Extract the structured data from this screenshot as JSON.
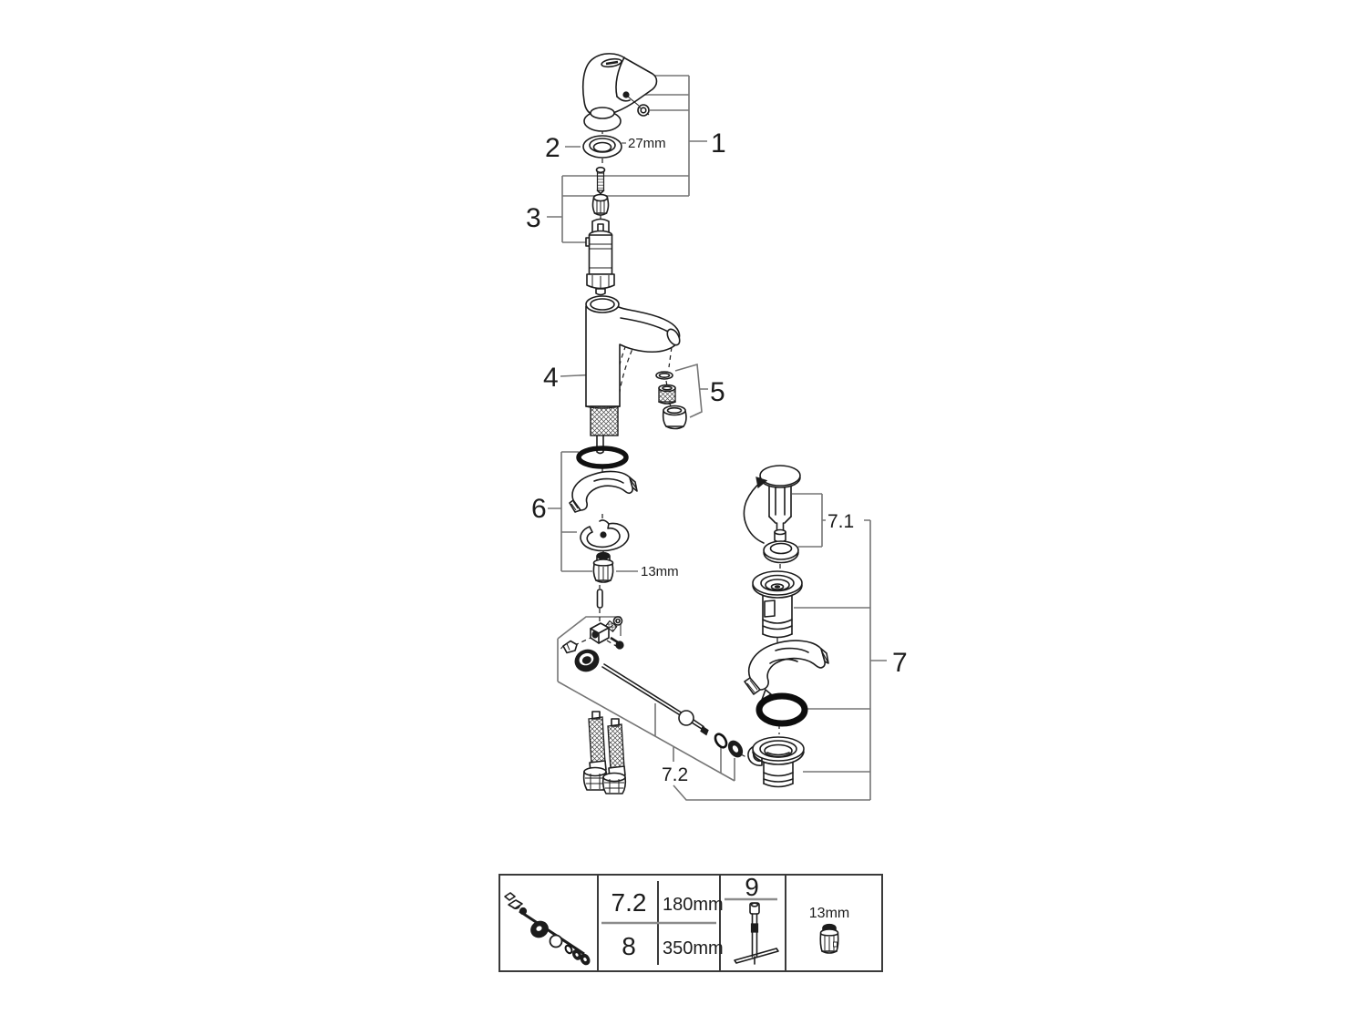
{
  "diagram": {
    "callouts": {
      "c1": "1",
      "c2": "2",
      "c3": "3",
      "c4": "4",
      "c5": "5",
      "c6": "6",
      "c7": "7",
      "c71": "7.1",
      "c72": "7.2"
    },
    "dims": {
      "ring": "27mm",
      "nut": "13mm"
    }
  },
  "table": {
    "rows": [
      {
        "ref": "7.2",
        "length": "180mm"
      },
      {
        "ref": "8",
        "length": "350mm"
      }
    ],
    "tool": {
      "ref": "9"
    },
    "nut": {
      "dim": "13mm"
    }
  },
  "colors": {
    "line": "#1c1c1c",
    "leader": "#757575",
    "background": "#ffffff",
    "accent_black": "#0d0d0d"
  }
}
